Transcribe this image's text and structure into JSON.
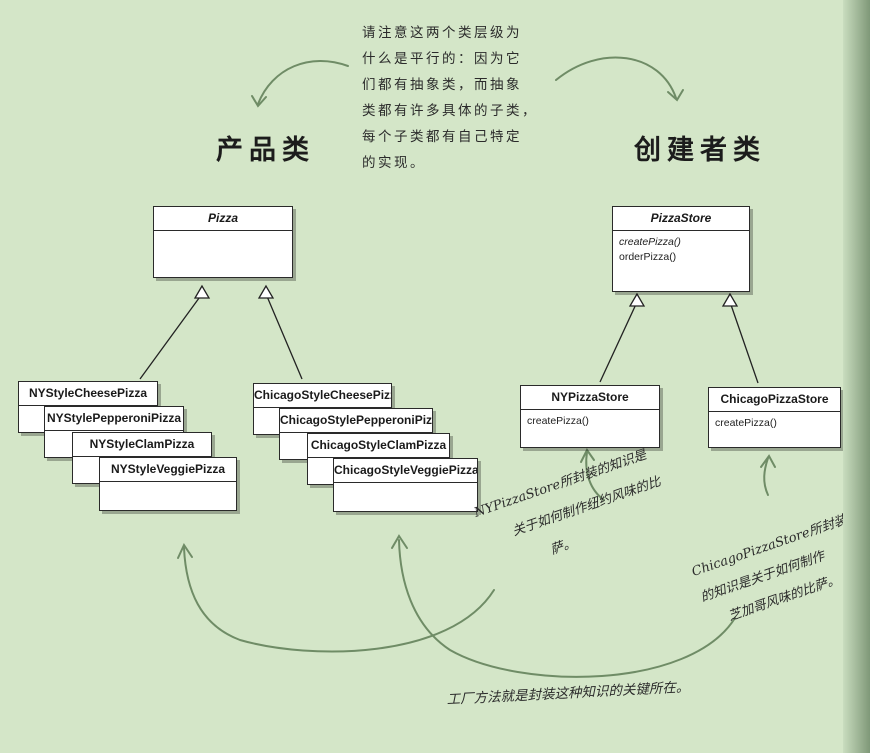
{
  "headings": {
    "product": "产品类",
    "creator": "创建者类"
  },
  "notes": {
    "top_lines": [
      "请注意这两个类层级为",
      "什么是平行的：因为它",
      "们都有抽象类，而抽象",
      "类都有许多具体的子类，",
      "每个子类都有自己特定",
      "的实现。"
    ],
    "ny_lines": [
      "NYPizzaStore所封装的知识是",
      "关于如何制作纽约风味的比",
      "萨。"
    ],
    "chicago_lines": [
      "ChicagoPizzaStore所封装",
      "的知识是关于如何制作",
      "芝加哥风味的比萨。"
    ],
    "bottom": "工厂方法就是封装这种知识的关键所在。"
  },
  "classes": {
    "pizza": {
      "name": "Pizza"
    },
    "pizza_store": {
      "name": "PizzaStore",
      "methods": [
        "createPizza()",
        "orderPizza()"
      ]
    },
    "ny_products": [
      "NYStyleCheesePizza",
      "NYStylePepperoniPizza",
      "NYStyleClamPizza",
      "NYStyleVeggiePizza"
    ],
    "chicago_products": [
      "ChicagoStyleCheesePizza",
      "ChicagoStylePepperoniPizza",
      "ChicagoStyleClamPizza",
      "ChicagoStyleVeggiePizza"
    ],
    "ny_store": {
      "name": "NYPizzaStore",
      "methods": [
        "createPizza()"
      ]
    },
    "chicago_store": {
      "name": "ChicagoPizzaStore",
      "methods": [
        "createPizza()"
      ]
    }
  },
  "colors": {
    "background": "#d4e6c8",
    "ink": "#2b2b2b",
    "arrow": "#6f8c66"
  }
}
